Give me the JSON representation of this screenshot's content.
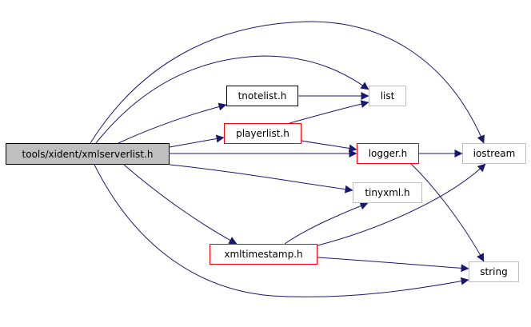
{
  "colors": {
    "edge": "#191970",
    "root_fill": "#bfbfbf",
    "border_black": "#000000",
    "border_red": "#ff0000",
    "border_gray": "#bfbfbf"
  },
  "nodes": {
    "root": "tools/xident/xmlserverlist.h",
    "tnotelist": "tnotelist.h",
    "list": "list",
    "playerlist": "playerlist.h",
    "logger": "logger.h",
    "iostream": "iostream",
    "tinyxml": "tinyxml.h",
    "xmltimestamp": "xmltimestamp.h",
    "string": "string"
  },
  "edges": [
    {
      "from": "tools/xident/xmlserverlist.h",
      "to": "tnotelist.h"
    },
    {
      "from": "tools/xident/xmlserverlist.h",
      "to": "list"
    },
    {
      "from": "tools/xident/xmlserverlist.h",
      "to": "playerlist.h"
    },
    {
      "from": "tools/xident/xmlserverlist.h",
      "to": "logger.h"
    },
    {
      "from": "tools/xident/xmlserverlist.h",
      "to": "iostream"
    },
    {
      "from": "tools/xident/xmlserverlist.h",
      "to": "tinyxml.h"
    },
    {
      "from": "tools/xident/xmlserverlist.h",
      "to": "xmltimestamp.h"
    },
    {
      "from": "tools/xident/xmlserverlist.h",
      "to": "string"
    },
    {
      "from": "tnotelist.h",
      "to": "list"
    },
    {
      "from": "playerlist.h",
      "to": "list"
    },
    {
      "from": "playerlist.h",
      "to": "logger.h"
    },
    {
      "from": "logger.h",
      "to": "iostream"
    },
    {
      "from": "logger.h",
      "to": "string"
    },
    {
      "from": "xmltimestamp.h",
      "to": "tinyxml.h"
    },
    {
      "from": "xmltimestamp.h",
      "to": "iostream"
    },
    {
      "from": "xmltimestamp.h",
      "to": "string"
    }
  ]
}
